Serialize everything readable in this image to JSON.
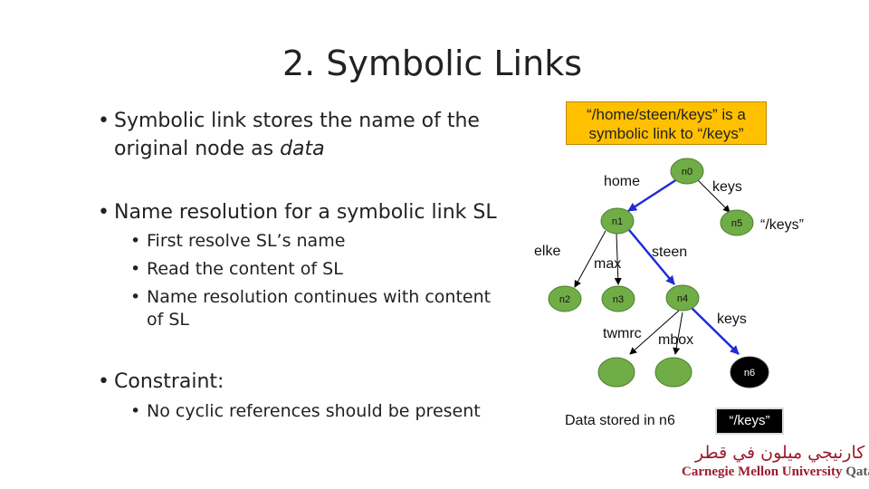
{
  "slide": {
    "title": "2. Symbolic Links",
    "bullets": [
      {
        "text_before": "Symbolic link stores the name of the",
        "text_line2": "original node as ",
        "text_italic": "data"
      },
      {
        "text": "Name resolution for a symbolic link SL"
      },
      {
        "text": "Constraint:"
      }
    ],
    "sub_bullets_resolution": [
      "First resolve SL’s name",
      "Read the content of SL",
      "Name resolution continues with content",
      "of SL"
    ],
    "sub_bullets_constraint": [
      "No cyclic references should be present"
    ]
  },
  "diagram": {
    "callout_line1": "“/home/steen/keys” is a",
    "callout_line2": "symbolic link to “/keys”",
    "callout_color": "#ffc000",
    "edge_color_default": "#000000",
    "edge_color_highlight": "#1f2bd6",
    "node_color_default": "#70ad47",
    "node_color_highlight": "#000000",
    "nodes": {
      "n0": "n0",
      "n1": "n1",
      "n2": "n2",
      "n3": "n3",
      "n4": "n4",
      "n5": "n5",
      "n6": "n6"
    },
    "edge_labels": {
      "home": "home",
      "keys_top": "keys",
      "keys_symlink_target": "“/keys”",
      "elke": "elke",
      "max": "max",
      "steen": "steen",
      "twmrc": "twmrc",
      "mbox": "mbox",
      "keys_bottom": "keys"
    },
    "data_stored_label": "Data stored in n6",
    "symlink_content": "“/keys”"
  },
  "logo": {
    "arabic_text": "جامعة كارنيجي ميلون في قطر",
    "english_text": "Carnegie Mellon University",
    "english_suffix": "Qatar"
  }
}
